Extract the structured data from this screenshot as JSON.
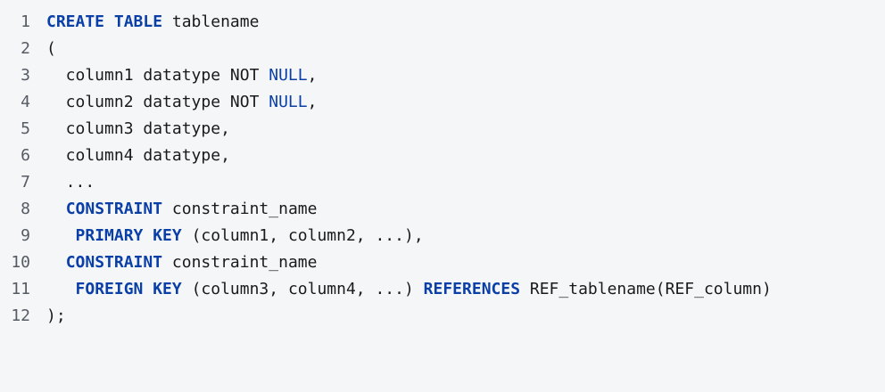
{
  "editor": {
    "lines": [
      {
        "n": "1",
        "tokens": [
          {
            "t": "CREATE TABLE",
            "k": "kw"
          },
          {
            "t": " tablename",
            "k": "p"
          }
        ]
      },
      {
        "n": "2",
        "tokens": [
          {
            "t": "(",
            "k": "p"
          }
        ]
      },
      {
        "n": "3",
        "tokens": [
          {
            "t": "  column1 datatype NOT ",
            "k": "p"
          },
          {
            "t": "NULL",
            "k": "lit"
          },
          {
            "t": ",",
            "k": "p"
          }
        ]
      },
      {
        "n": "4",
        "tokens": [
          {
            "t": "  column2 datatype NOT ",
            "k": "p"
          },
          {
            "t": "NULL",
            "k": "lit"
          },
          {
            "t": ",",
            "k": "p"
          }
        ]
      },
      {
        "n": "5",
        "tokens": [
          {
            "t": "  column3 datatype,",
            "k": "p"
          }
        ]
      },
      {
        "n": "6",
        "tokens": [
          {
            "t": "  column4 datatype,",
            "k": "p"
          }
        ]
      },
      {
        "n": "7",
        "tokens": [
          {
            "t": "  ...",
            "k": "p"
          }
        ]
      },
      {
        "n": "8",
        "tokens": [
          {
            "t": "  ",
            "k": "p"
          },
          {
            "t": "CONSTRAINT",
            "k": "kw"
          },
          {
            "t": " constraint_name",
            "k": "p"
          }
        ]
      },
      {
        "n": "9",
        "tokens": [
          {
            "t": "   ",
            "k": "p"
          },
          {
            "t": "PRIMARY KEY",
            "k": "kw"
          },
          {
            "t": " (column1, column2, ...),",
            "k": "p"
          }
        ]
      },
      {
        "n": "10",
        "tokens": [
          {
            "t": "  ",
            "k": "p"
          },
          {
            "t": "CONSTRAINT",
            "k": "kw"
          },
          {
            "t": " constraint_name",
            "k": "p"
          }
        ]
      },
      {
        "n": "11",
        "tokens": [
          {
            "t": "   ",
            "k": "p"
          },
          {
            "t": "FOREIGN KEY",
            "k": "kw"
          },
          {
            "t": " (column3, column4, ...) ",
            "k": "p"
          },
          {
            "t": "REFERENCES",
            "k": "kw"
          },
          {
            "t": " REF_tablename(REF_column)",
            "k": "p"
          }
        ]
      },
      {
        "n": "12",
        "tokens": [
          {
            "t": ");",
            "k": "p"
          }
        ]
      }
    ]
  },
  "colors": {
    "background": "#f5f6f8",
    "keyword": "#0a3fa8",
    "text": "#1a1a1a",
    "line_number": "#555a63"
  }
}
